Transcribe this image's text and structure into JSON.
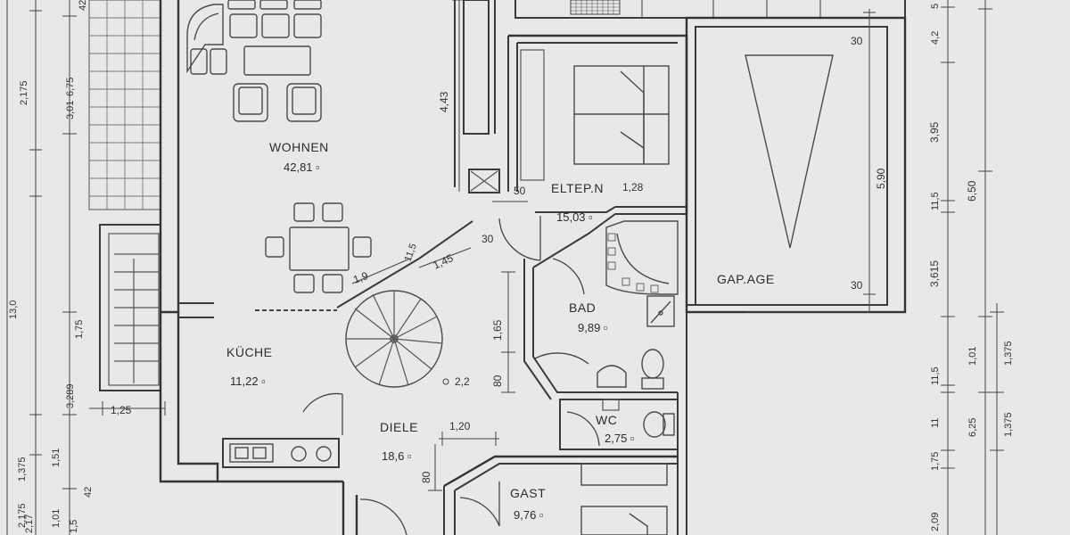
{
  "rooms": {
    "wohnen": {
      "name": "WOHNEN",
      "area": "42,81 ▫"
    },
    "kueche": {
      "name": "KÜCHE",
      "area": "11,22 ▫"
    },
    "diele": {
      "name": "DIELE",
      "area": "18,6 ▫"
    },
    "eltern": {
      "name": "ELTEP.N",
      "area": "15,03 ▫"
    },
    "bad": {
      "name": "BAD",
      "area": "9,89 ▫"
    },
    "wc": {
      "name": "WC",
      "area": "2,75 ▫"
    },
    "gast": {
      "name": "GAST",
      "area": "9,76 ▫"
    },
    "garage": {
      "name": "GAP.AGE"
    }
  },
  "dimensions": {
    "left": [
      "42",
      "6,75",
      "2,175",
      "3,01",
      "1,75",
      "13,0",
      "3,289",
      "1,25",
      "1,375",
      "1,51",
      "2,175",
      "42",
      "1,01",
      "1,5",
      "2,17"
    ],
    "interior": [
      "4,43",
      "50",
      "1,28",
      "30",
      "1,45",
      "11,5",
      "1,9",
      "1,65",
      "80",
      "2,2",
      "1,20",
      "80"
    ],
    "garage": [
      "30",
      "5,90",
      "30"
    ],
    "right": [
      "5",
      "4,2",
      "3,95",
      "6,50",
      "11,5",
      "3,615",
      "11,5",
      "1,01",
      "1,375",
      "11",
      "6,25",
      "1,375",
      "1,75",
      "2,09"
    ]
  },
  "icons": [
    "spiral-stair-icon",
    "door-swing-icon",
    "bed-icon",
    "toilet-icon",
    "bathtub-icon",
    "sink-icon",
    "stove-icon",
    "garage-ramp-icon"
  ]
}
